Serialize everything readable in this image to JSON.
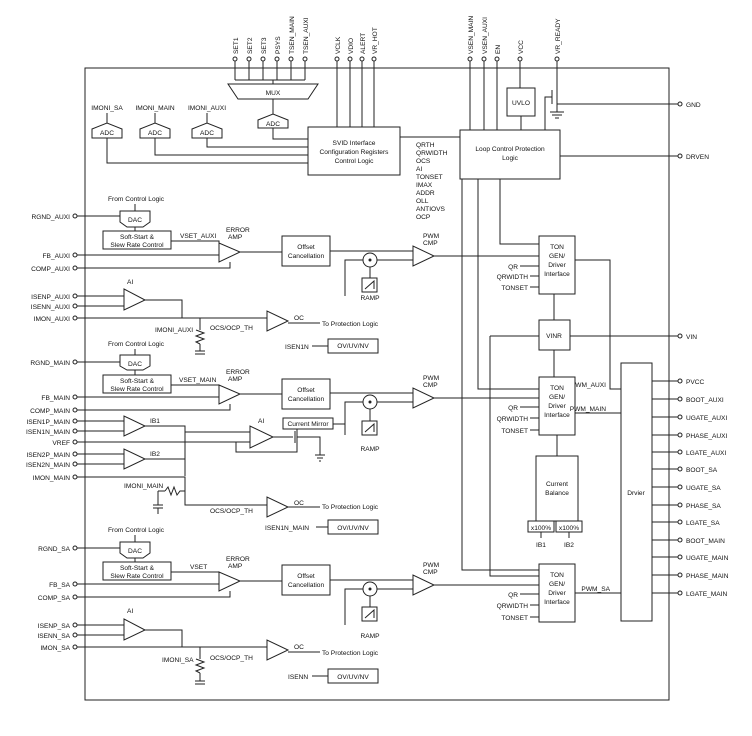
{
  "top_pins": [
    "SET1",
    "SET2",
    "SET3",
    "PSYS",
    "TSEN_MAIN",
    "TSEN_AUXI",
    "VCLK",
    "VDIO",
    "ALERT",
    "VR_HOT",
    "VSEN_MAIN",
    "VSEN_AUXI",
    "EN",
    "VCC",
    "VR_READY"
  ],
  "left_pins": [
    "RGND_AUXI",
    "FB_AUXI",
    "COMP_AUXI",
    "ISENP_AUXI",
    "ISENN_AUXI",
    "IMON_AUXI",
    "RGND_MAIN",
    "FB_MAIN",
    "COMP_MAIN",
    "ISEN1P_MAIN",
    "ISEN1N_MAIN",
    "VREF",
    "ISEN2P_MAIN",
    "ISEN2N_MAIN",
    "IMON_MAIN",
    "RGND_SA",
    "FB_SA",
    "COMP_SA",
    "ISENP_SA",
    "ISENN_SA",
    "IMON_SA"
  ],
  "right_pins": [
    "GND",
    "DRVEN",
    "VIN",
    "PVCC",
    "BOOT_AUXI",
    "UGATE_AUXI",
    "PHASE_AUXI",
    "LGATE_AUXI",
    "BOOT_SA",
    "UGATE_SA",
    "PHASE_SA",
    "LGATE_SA",
    "BOOT_MAIN",
    "UGATE_MAIN",
    "PHASE_MAIN",
    "LGATE_MAIN"
  ],
  "blocks": {
    "mux": "MUX",
    "adc": "ADC",
    "svid": [
      "SVID Interface",
      "Configuration Registers",
      "Control Logic"
    ],
    "loop": [
      "Loop Control Protection",
      "Logic"
    ],
    "uvlo": "UVLO",
    "dac": "DAC",
    "softstart": [
      "Soft-Start &",
      "Slew Rate Control"
    ],
    "offset": [
      "Offset",
      "Cancellation"
    ],
    "ton": [
      "TON",
      "GEN/",
      "Driver",
      "Interface"
    ],
    "vinr": "VINR",
    "current_balance": [
      "Current",
      "Balance"
    ],
    "driver": "Drvier",
    "ovuv": "OV/UV/NV",
    "current_mirror": "Current Mirror",
    "x100": "x100%"
  },
  "labels": {
    "imoni_sa": "IMONI_SA",
    "imoni_main": "IMONI_MAIN",
    "imoni_auxi": "IMONI_AUXI",
    "imoni_main2": "IMONI_MAIN",
    "from_control": "From Control Logic",
    "error_amp": [
      "ERROR",
      "AMP"
    ],
    "pwm_cmp": [
      "PWM",
      "CMP"
    ],
    "ramp": "RAMP",
    "ai": "AI",
    "oc": "OC",
    "ocs_ocp": "OCS/OCP_TH",
    "to_protection": "To Protection Logic",
    "vset_auxi": "VSET_AUXI",
    "vset_main": "VSET_MAIN",
    "vset": "VSET",
    "isen1n": "ISEN1N",
    "isen1n_main": "ISEN1N_MAIN",
    "isenn": "ISENN",
    "qr": "QR",
    "qrwidth": "QRWIDTH",
    "tonset": "TONSET",
    "pwm_auxi": "PWM_AUXI",
    "pwm_main": "PWM_MAIN",
    "pwm_sa": "PWM_SA",
    "ib1": "IB1",
    "ib2": "IB2",
    "svid_signals": [
      "QRTH",
      "QRWIDTH",
      "OCS",
      "AI",
      "TONSET",
      "IMAX",
      "ADDR",
      "OLL",
      "ANTIOVS",
      "OCP"
    ]
  }
}
